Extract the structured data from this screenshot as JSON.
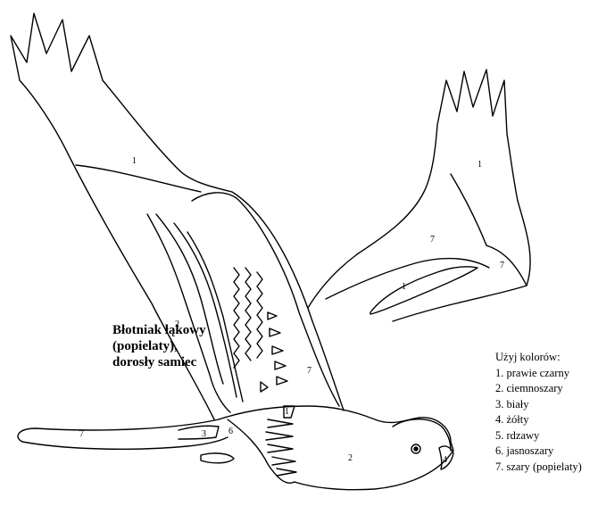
{
  "title": {
    "line1": "Błotniak łąkowy",
    "line2": "(popielaty),",
    "line3": "dorosły samiec"
  },
  "legend": {
    "heading": "Użyj kolorów:",
    "items": [
      "1. prawie czarny",
      "2. ciemnoszary",
      "3. biały",
      "4. żółty",
      "5. rdzawy",
      "6. jasnoszary",
      "7. szary (popielaty)"
    ]
  },
  "region_labels": {
    "left_wing_tip": "1",
    "right_wing_tip": "1",
    "right_wing_inner": "7",
    "right_wing_lower": "7",
    "right_wing_band": "1",
    "left_wing_trailing": "2",
    "left_wing_covert": "7",
    "tail": "7",
    "tail_white": "3",
    "underbody": "6",
    "body": "2",
    "belly_mark": "1",
    "beak": "4"
  },
  "colors": {
    "line": "#000000",
    "background": "#ffffff"
  }
}
